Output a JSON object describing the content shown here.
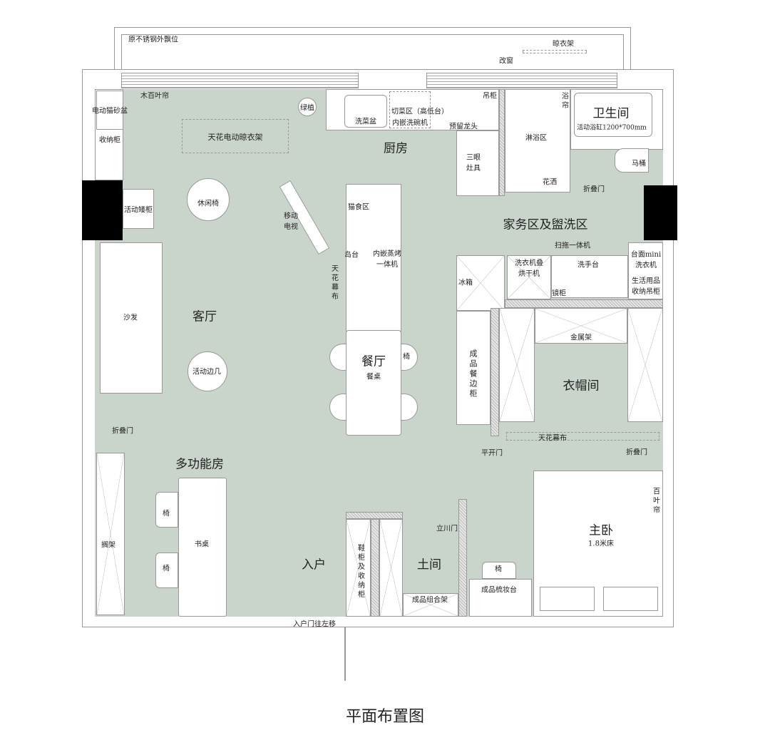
{
  "title": "平面布置图",
  "rooms": {
    "kitchen": "厨房",
    "bathroom": "卫生间",
    "utility": "家务区及盥洗区",
    "living": "客厅",
    "dining": "餐厅",
    "wardrobe": "衣帽间",
    "multi": "多功能房",
    "entry": "入户",
    "mudroom": "土间",
    "master": "主卧"
  },
  "labels": {
    "balcony": "原不锈钢外飘位",
    "drying_rack": "晾衣架",
    "window_mod": "改窗",
    "blinds": "木百叶帘",
    "litter": "电动猫砂盆",
    "storage": "收纳柜",
    "plant": "绿植",
    "ceiling_dryer": "天花电动晾衣架",
    "sink": "洗菜盆",
    "cutting": "切菜区（高低台）",
    "dishwasher": "内嵌洗碗机",
    "faucet": "预留龙头",
    "wall_cab": "吊柜",
    "stove": "三眼灶具",
    "shower": "淋浴区",
    "curtain": "浴帘",
    "tub": "活动浴缸1200*700mm",
    "toilet": "马桶",
    "showerhead": "花洒",
    "fold_door1": "折叠门",
    "lounge_chair": "休闲椅",
    "low_cab": "活动矮柜",
    "tv": "移动电视",
    "cat_food": "猫食区",
    "mop": "扫拖一体机",
    "island": "岛台",
    "oven": "内嵌蒸烤一体机",
    "screen1": "天花幕布",
    "fridge": "冰箱",
    "washer": "洗衣机叠烘干机",
    "basin": "洗手台",
    "mirror": "镜柜",
    "mini_washer": "台面mini洗衣机",
    "hanging": "生活用品收纳吊柜",
    "sofa": "沙发",
    "table": "餐桌",
    "chair": "椅",
    "metal_rack": "金属架",
    "sideboard": "成品餐边柜",
    "side_table": "活动边几",
    "fold_door2": "折叠门",
    "screen2": "天花幕布",
    "fold_door3": "折叠门",
    "swing_door": "平开门",
    "shelf": "搁架",
    "desk": "书桌",
    "shoe_cab": "鞋柜及收纳柜",
    "stand_door": "立川门",
    "combo_rack": "成品组合架",
    "entry_door": "入户门往左移",
    "vanity": "成品梳妆台",
    "bed": "1.8米床",
    "shutter": "百叶帘"
  }
}
